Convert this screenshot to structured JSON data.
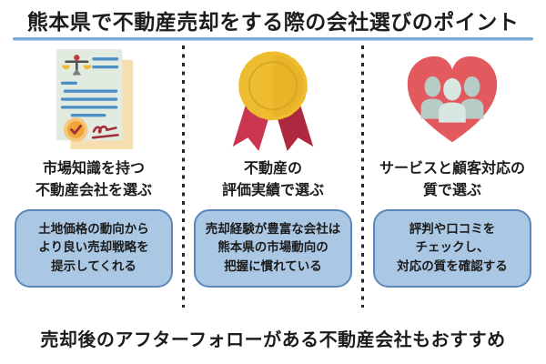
{
  "title": {
    "text": "熊本県で不動産売却をする際の会社選びのポイント"
  },
  "columns": [
    {
      "icon": "contract-document-icon",
      "heading_lines": [
        "市場知識を持つ",
        "不動産会社を選ぶ"
      ],
      "box_lines": [
        "土地価格の動向から",
        "より良い売却戦略を",
        "提示してくれる"
      ]
    },
    {
      "icon": "award-medal-icon",
      "heading_lines": [
        "不動産の",
        "評価実績で選ぶ"
      ],
      "box_lines": [
        "売却経験が豊富な会社は",
        "熊本県の市場動向の",
        "把握に慣れている"
      ]
    },
    {
      "icon": "customer-heart-icon",
      "heading_lines": [
        "サービスと顧客対応の",
        "質で選ぶ"
      ],
      "box_lines": [
        "評判や口コミを",
        "チェックし、",
        "対応の質を確認する"
      ]
    }
  ],
  "footer": {
    "text": "売却後のアフターフォローがある不動産会社もおすすめ"
  },
  "colors": {
    "title_underline": "#7ca9da",
    "box_fill": "#aac7e3",
    "box_border": "#5b87ba",
    "divider": "#262626",
    "text": "#1c1c1c",
    "medal_gold": "#eebd2f",
    "ribbon_red": "#c43550",
    "heart_red": "#e2595e",
    "doc_paper": "#e2ebe0",
    "doc_back_page": "#f6deb0",
    "doc_line_blue": "#4c8fc7",
    "check_orange": "#f0a63a",
    "signature_red": "#a22c38"
  }
}
